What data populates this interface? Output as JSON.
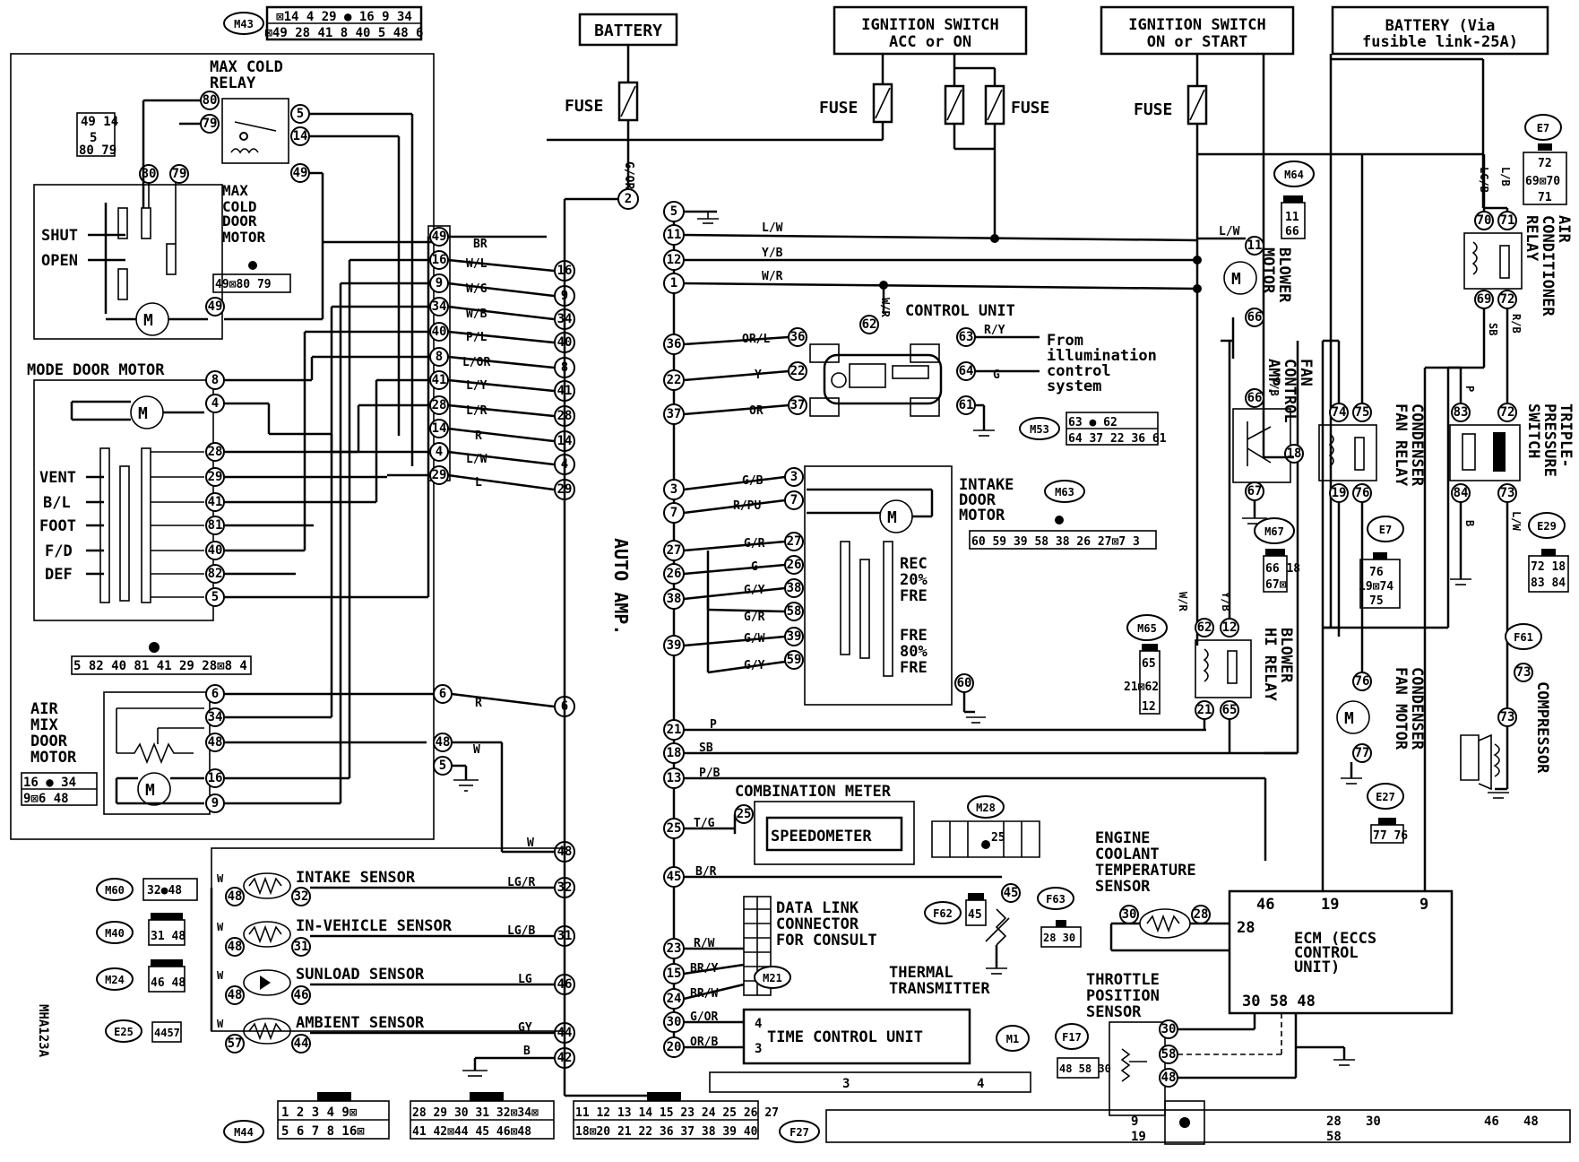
{
  "diagram_id": "MHA123A",
  "connector_ids": [
    "M43",
    "M64",
    "E7",
    "E29",
    "M53",
    "M63",
    "M67",
    "M65",
    "E7",
    "F61",
    "M60",
    "M40",
    "M24",
    "E25",
    "M28",
    "F62",
    "F63",
    "E27",
    "M21",
    "M1",
    "F17",
    "M44",
    "F27"
  ],
  "power": {
    "battery": "BATTERY",
    "ign_acc": "IGNITION SWITCH\nACC or ON",
    "ign_start": "IGNITION SWITCH\nON or START",
    "battery_fusible": "BATTERY (Via\nfusible link-25A)",
    "fuse": "FUSE"
  },
  "components": {
    "max_cold_relay": "MAX COLD\nRELAY",
    "max_cold_door_motor": "MAX\nCOLD\nDOOR\nMOTOR",
    "shut": "SHUT",
    "open": "OPEN",
    "mode_door_motor": "MODE DOOR MOTOR",
    "vent": "VENT",
    "bl": "B/L",
    "foot": "FOOT",
    "fd": "F/D",
    "def": "DEF",
    "air_mix_door_motor": "AIR\nMIX\nDOOR\nMOTOR",
    "auto_amp": "AUTO AMP.",
    "control_unit": "CONTROL UNIT",
    "illum": "From\nillumination\ncontrol\nsystem",
    "intake_door_motor": "INTAKE\nDOOR\nMOTOR",
    "rec": "REC",
    "fre20": "20%\nFRE",
    "fre": "FRE",
    "fre80": "80%\nFRE",
    "combination_meter": "COMBINATION METER",
    "speedometer": "SPEEDOMETER",
    "data_link": "DATA LINK\nCONNECTOR\nFOR CONSULT",
    "time_control_unit": "TIME CONTROL UNIT",
    "intake_sensor": "INTAKE SENSOR",
    "in_vehicle_sensor": "IN-VEHICLE SENSOR",
    "sunload_sensor": "SUNLOAD SENSOR",
    "ambient_sensor": "AMBIENT SENSOR",
    "thermal_transmitter": "THERMAL\nTRANSMITTER",
    "engine_coolant": "ENGINE\nCOOLANT\nTEMPERATURE\nSENSOR",
    "throttle_position": "THROTTLE\nPOSITION\nSENSOR",
    "ecm": "ECM (ECCS\nCONTROL\nUNIT)",
    "blower_motor": "BLOWER\nMOTOR",
    "fan_control_amp": "FAN\nCONTROL\nAMP.",
    "blower_hi_relay": "BLOWER\nHI RELAY",
    "condenser_fan_relay": "CONDENSER\nFAN RELAY",
    "condenser_fan_motor": "CONDENSER\nFAN MOTOR",
    "ac_relay": "AIR\nCONDITIONER\nRELAY",
    "triple_pressure": "TRIPLE-\nPRESSURE\nSWITCH",
    "compressor": "COMPRESSOR"
  },
  "wire_colors": {
    "go_r": "G/OR",
    "lw": "L/W",
    "yb": "Y/B",
    "wr": "W/R",
    "br": "BR",
    "wl": "W/L",
    "wg": "W/G",
    "wb": "W/B",
    "pl": "P/L",
    "lor": "L/OR",
    "ly": "L/Y",
    "lr": "L/R",
    "r": "R",
    "l": "L",
    "orl": "OR/L",
    "y": "Y",
    "or": "OR",
    "ry": "R/Y",
    "g": "G",
    "gb": "G/B",
    "rpu": "R/PU",
    "gr": "G/R",
    "gy": "G/Y",
    "gw": "G/W",
    "p": "P",
    "sb": "SB",
    "pb": "P/B",
    "tg": "T/G",
    "br_r": "B/R",
    "rw": "R/W",
    "bry": "BR/Y",
    "brw": "BR/W",
    "gor": "G/OR",
    "orb": "OR/B",
    "w": "W",
    "lgr": "LG/R",
    "lgb": "LG/B",
    "lg": "LG",
    "gy2": "GY",
    "b": "B",
    "lgb2": "LG/B",
    "lb": "L/B",
    "rb": "R/B"
  },
  "ecm_pins": {
    "top": "46  19        9",
    "p28": "28",
    "bottom": "30 58 48"
  },
  "colors": {
    "ink": "#000000",
    "paper": "#ffffff"
  }
}
